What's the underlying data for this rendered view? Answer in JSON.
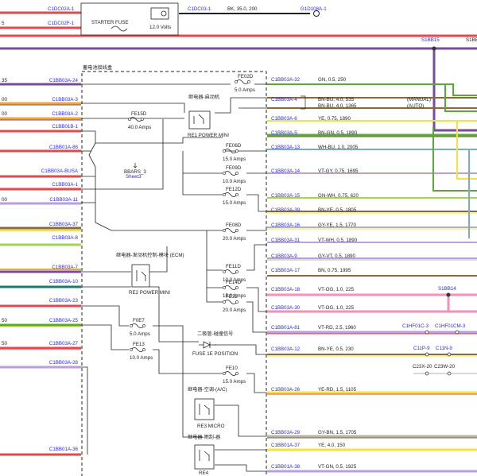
{
  "box_title": "蓄电池接线盒",
  "top": {
    "left_connectors": [
      {
        "label": "C1DC02A-1",
        "prefix": ""
      },
      {
        "label": "C1DC02F-1",
        "prefix": "5"
      }
    ],
    "starter_fuse": "STARTER FUSE",
    "starter_volts": "12.0 Volts",
    "out_connector": "C1DC03-1",
    "out_spec": "BK, 35.0, 200",
    "ground": "G1D108A-1",
    "s1bb15": "S1BB15"
  },
  "left_connectors": [
    {
      "label": "C1BB03A-24",
      "prefix": "35"
    },
    {
      "label": "C1BB03A-3",
      "prefix": "00"
    },
    {
      "label": "C1BB03A-2",
      "prefix": "00"
    },
    {
      "label": "C1BB01B-1",
      "prefix": ""
    },
    {
      "label": "C1BB01A-86",
      "prefix": ""
    },
    {
      "label": "C1BB03A-BUSA",
      "prefix": ""
    },
    {
      "label": "C1BB03A-1",
      "prefix": ""
    },
    {
      "label": "C1BB03A-11",
      "prefix": "00"
    },
    {
      "label": "C1BB03A-37",
      "prefix": ""
    },
    {
      "label": "C1BB03A-8",
      "prefix": ""
    },
    {
      "label": "C1BB03A-7",
      "prefix": ""
    },
    {
      "label": "C1BB03A-10",
      "prefix": ""
    },
    {
      "label": "C1BB03A-23",
      "prefix": ""
    },
    {
      "label": "C1BB03A-25",
      "prefix": "50"
    },
    {
      "label": "C1BB03A-27",
      "prefix": "50"
    },
    {
      "label": "C1BB03A-28",
      "prefix": ""
    },
    {
      "label": "C1BB01A-36",
      "prefix": ""
    }
  ],
  "fuses": [
    {
      "id": "FE02D",
      "rating": "5.0 Amps"
    },
    {
      "id": "FE15D",
      "rating": "40.0 Amps"
    },
    {
      "id": "FE06D",
      "rating": "15.0 Amps"
    },
    {
      "id": "FE09D",
      "rating": "10.0 Amps"
    },
    {
      "id": "FE12D",
      "rating": "15.0 Amps"
    },
    {
      "id": "FE08D",
      "rating": "20.0 Amps"
    },
    {
      "id": "FE11D",
      "rating": "10.0 Amps"
    },
    {
      "id": "FE14D",
      "rating": "15.0 Amps"
    },
    {
      "id": "FE32",
      "rating": "20.0 Amps"
    },
    {
      "id": "F0E7",
      "rating": "5.0 Amps"
    },
    {
      "id": "FE13",
      "rating": "10.0 Amps"
    },
    {
      "id": "FE10",
      "rating": "15.0 Amps"
    }
  ],
  "relays": [
    {
      "name": "继电器-启动机",
      "sub": "RE1 POWER MINI"
    },
    {
      "name": "继电器-发动机控制-模块 (ECM)",
      "sub": "RE2 POWER MINI"
    },
    {
      "name": "继电器-空调-(A/C)",
      "sub": "RE3 MICRO"
    },
    {
      "name": "继电器-雨刮-器",
      "sub": "RE4"
    }
  ],
  "busbar": {
    "label": "BBARS_3",
    "sheet": "Sheet3"
  },
  "diode": {
    "name": "二极管-碰撞信号",
    "sub": "FUSE 1E POSITION"
  },
  "right_connectors": [
    {
      "label": "C1BB03A-32",
      "spec": "GN, 0.5, 250",
      "note": ""
    },
    {
      "label": "C1BB03A-4",
      "spec": "BN-BU, 4.0, 535",
      "note": "(MANUAL)"
    },
    {
      "label": "",
      "spec": "BN-BU, 4.0, 1365",
      "note": "(AUTO)"
    },
    {
      "label": "C1BB03A-6",
      "spec": "YE, 0.75, 1890",
      "note": ""
    },
    {
      "label": "C1BB03A-5",
      "spec": "BN-GN, 0.5, 1890",
      "note": ""
    },
    {
      "label": "C1BB03A-13",
      "spec": "WH-BU, 1.0, 2005",
      "note": ""
    },
    {
      "label": "C1BB03A-14",
      "spec": "VT-GY, 0.75, 1695",
      "note": ""
    },
    {
      "label": "C1BB03A-15",
      "spec": "GN-WH, 0.75, 620",
      "note": ""
    },
    {
      "label": "C1BB03A-39",
      "spec": "BN-YE, 0.5, 1805",
      "note": ""
    },
    {
      "label": "C1BB03A-16",
      "spec": "GY-YE, 1.5, 1770",
      "note": ""
    },
    {
      "label": "C1BB03A-31",
      "spec": "VT-WH, 0.5, 1890",
      "note": ""
    },
    {
      "label": "C1BB03A-9",
      "spec": "GY-VT, 0.5, 1890",
      "note": ""
    },
    {
      "label": "C1BB03A-17",
      "spec": "BN, 0.75, 1995",
      "note": ""
    },
    {
      "label": "C1BB03A-18",
      "spec": "VT-OG, 1.0, 225",
      "note": ""
    },
    {
      "label": "C1BB03A-30",
      "spec": "VT-OG, 1.0, 225",
      "note": ""
    },
    {
      "label": "C1BB01A-81",
      "spec": "VT-RD, 2.5, 1960",
      "note": ""
    },
    {
      "label": "C1BB03A-12",
      "spec": "BN-YE, 0.5, 230",
      "note": ""
    },
    {
      "label": "C1BB03A-26",
      "spec": "YE-RD, 1.5, 1105",
      "note": ""
    },
    {
      "label": "C1BB03A-29",
      "spec": "GY-BN, 1.5, 1705",
      "note": ""
    },
    {
      "label": "C1BB01A-37",
      "spec": "YE, 4.0, 150",
      "note": ""
    },
    {
      "label": "C1BB01A-38",
      "spec": "VT-GN, 0.5, 1925",
      "note": ""
    }
  ],
  "far_right": {
    "s1bb14": "S1BB14",
    "hf01_a": "C1HF01C-3",
    "hf01_b": "C1HF01CM-3",
    "c11p": "C11P-9",
    "c11n": "C11N-9",
    "c23x": "C23X-20",
    "c23w": "C23W-20"
  },
  "colors": {
    "red": "#e8474c",
    "purple": "#7a4a9c",
    "green": "#5aa83a",
    "lime": "#9fd64a",
    "yellow": "#f4e43a",
    "orange": "#f0a830",
    "brown": "#8b6a3a",
    "pink": "#f291b5",
    "lavender": "#b99ee0",
    "teal": "#1f7a6a",
    "blue_text": "#2b2bd6"
  }
}
